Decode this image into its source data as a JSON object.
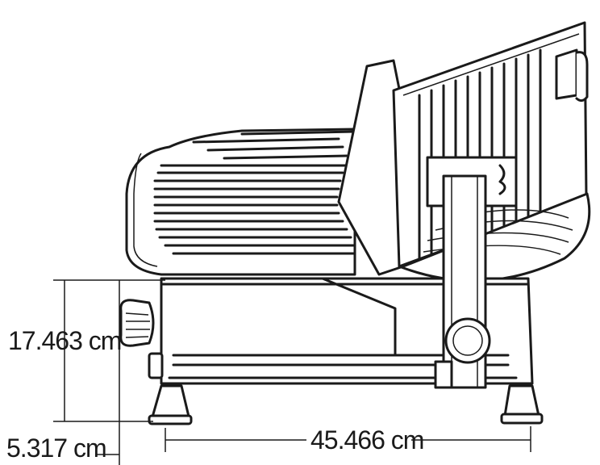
{
  "diagram": {
    "dimensions": {
      "height": "17.463 cm",
      "foot_height": "5.317 cm",
      "length": "45.466 cm"
    }
  }
}
